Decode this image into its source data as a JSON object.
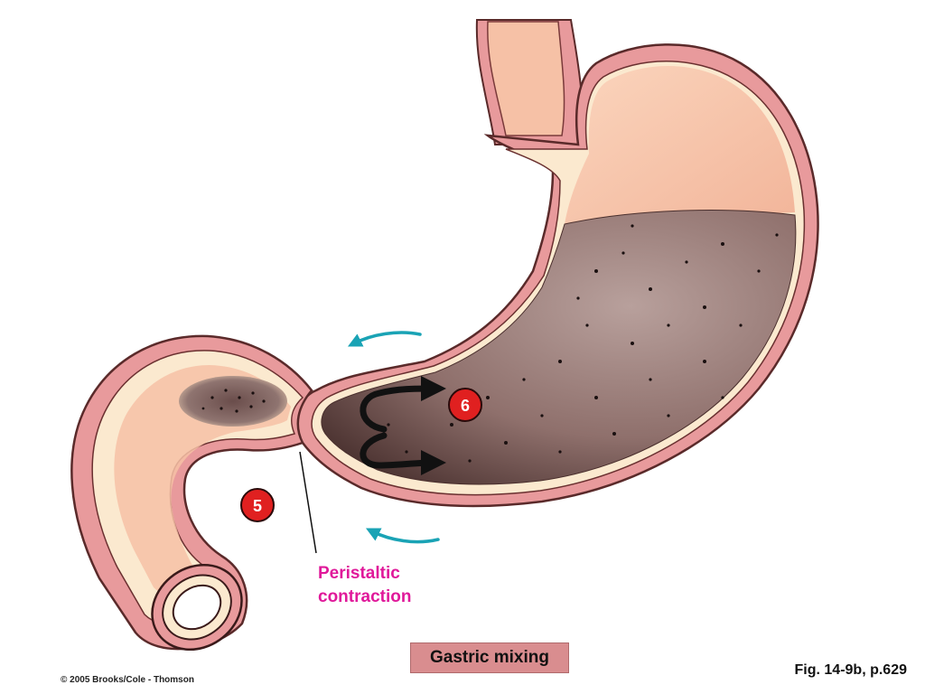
{
  "labels": {
    "step_five": "5",
    "step_six": "6",
    "peristaltic_line1": "Peristaltic",
    "peristaltic_line2": "contraction",
    "title": "Gastric mixing",
    "figure_ref": "Fig. 14-9b, p.629",
    "copyright": "© 2005 Brooks/Cole - Thomson"
  },
  "colors": {
    "wall_outer": "#e89a9c",
    "wall_inner": "#f6c9ad",
    "lining": "#fbe9cf",
    "chyme": "#7a5a58",
    "chyme_light": "#a98a86",
    "peristalsis_arrow": "#1aa3b5",
    "badge": "#e02020",
    "label_text": "#e0199a",
    "title_bg": "#d98d8f"
  },
  "icons": [
    "mixing-arrow-upper",
    "mixing-arrow-lower",
    "peristalsis-arrow-upper",
    "peristalsis-arrow-lower"
  ]
}
